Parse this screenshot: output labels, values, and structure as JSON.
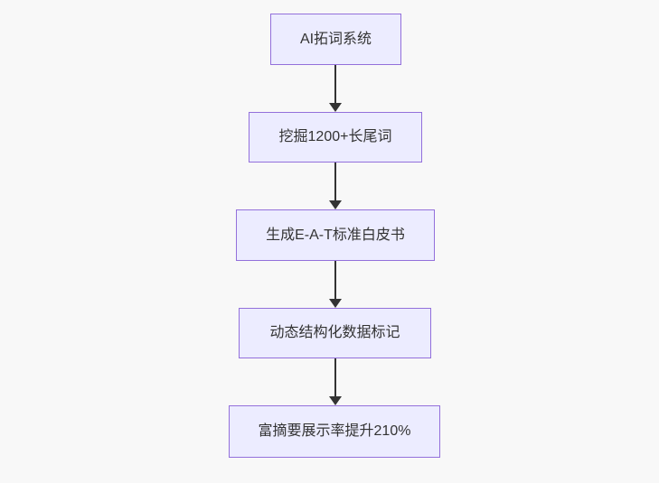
{
  "diagram": {
    "type": "flowchart-vertical",
    "colors": {
      "background": "#f8f8f8",
      "node_fill": "#ECECFF",
      "node_border": "#9370DB",
      "arrow": "#333333",
      "text": "#333333"
    },
    "nodes": [
      {
        "label": "AI拓词系统"
      },
      {
        "label": "挖掘1200+长尾词"
      },
      {
        "label": "生成E-A-T标准白皮书"
      },
      {
        "label": "动态结构化数据标记"
      },
      {
        "label": "富摘要展示率提升210%"
      }
    ],
    "edges": [
      {
        "from": 0,
        "to": 1,
        "style": "arrow-down"
      },
      {
        "from": 1,
        "to": 2,
        "style": "arrow-down"
      },
      {
        "from": 2,
        "to": 3,
        "style": "arrow-down"
      },
      {
        "from": 3,
        "to": 4,
        "style": "arrow-down"
      }
    ]
  }
}
